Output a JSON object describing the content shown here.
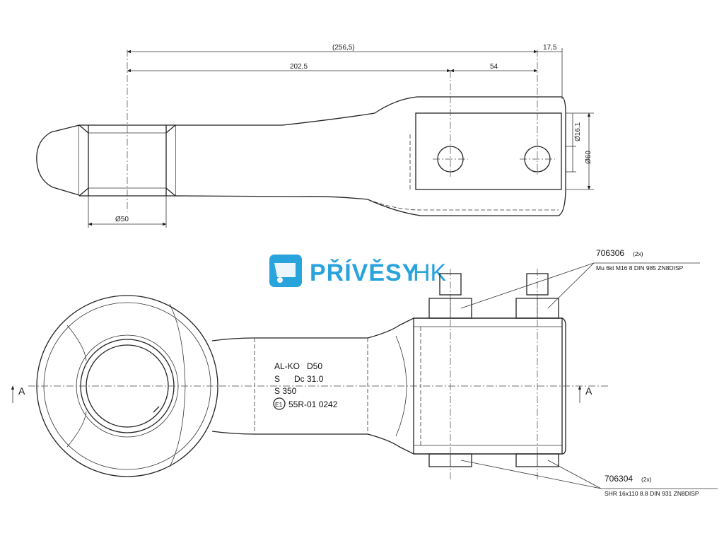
{
  "dimensions": {
    "overall_ref": "(256,5)",
    "offset": "17,5",
    "eye_to_hole": "202,5",
    "hole_spacing": "54",
    "hole_dia": "Ø16,1",
    "plate_height": "Ø60",
    "bore_dia": "Ø50"
  },
  "logo": {
    "text_bold": "PŘÍVĚSY",
    "text_light": "HK",
    "color": "#29a3dc"
  },
  "marking": {
    "line1": "AL-KO   D50",
    "line2": "S      Dc 31.0",
    "line3": "S 350",
    "approval_mark": "E1",
    "approval_number": "55R-01 0242"
  },
  "parts": [
    {
      "number": "706306",
      "qty": "(2x)",
      "description": "Mu 6kt M16 8 DIN 985 ZN8DISP"
    },
    {
      "number": "706304",
      "qty": "(2x)",
      "description": "SHR 16x110 8.8 DIN 931 ZN8DISP"
    }
  ],
  "section": {
    "left_label": "A",
    "right_label": "A"
  }
}
